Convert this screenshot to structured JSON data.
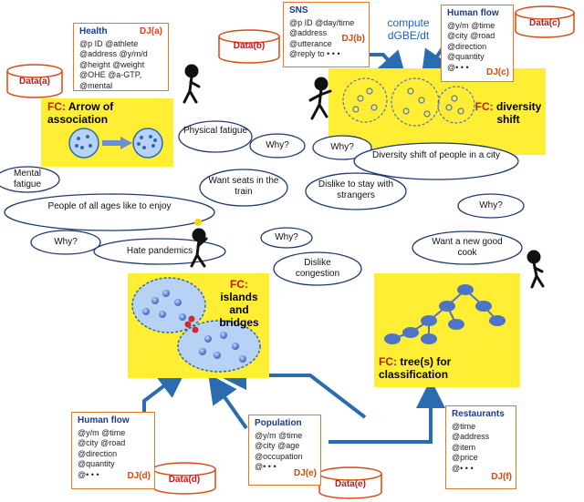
{
  "data_cylinders": [
    "Data(a)",
    "Data(b)",
    "Data(c)",
    "Data(d)",
    "Data(e)"
  ],
  "boxes": {
    "health": {
      "title": "Health",
      "dj": "DJ(a)",
      "lines": [
        "@p ID @athlete",
        "@address @y/m/d",
        "@height @weight",
        "@OHE @a-GTP,",
        "@mental"
      ]
    },
    "sns": {
      "title": "SNS",
      "dj": "DJ(b)",
      "lines": [
        "@p ID @day/time",
        "@address",
        "@utterance",
        "@reply to • • •"
      ]
    },
    "hflow_c": {
      "title": "Human flow",
      "dj": "DJ(c)",
      "lines": [
        "@y/m @time",
        "@city @road",
        "@direction",
        "@quantity",
        "@• • •"
      ]
    },
    "hflow_d": {
      "title": "Human flow",
      "dj": "DJ(d)",
      "lines": [
        "@y/m @time",
        "@city @road",
        "@direction",
        "@quantity",
        "@• • •"
      ]
    },
    "population": {
      "title": "Population",
      "dj": "DJ(e)",
      "lines": [
        "@y/m @time",
        "@city @age",
        "@occupation",
        "@• • •"
      ]
    },
    "restaurants": {
      "title": "Restaurants",
      "dj": "DJ(f)",
      "lines": [
        "@time",
        "@address",
        "@item",
        "@price",
        "@• • •"
      ]
    }
  },
  "compute": [
    "compute",
    "dGBE/dt"
  ],
  "fc": {
    "arrow": {
      "prefix": "FC:",
      "label": "Arrow of association"
    },
    "diversity": {
      "prefix": "FC:",
      "label": "diversity shift"
    },
    "islands": {
      "prefix": "FC:",
      "label": "islands and bridges"
    },
    "tree": {
      "prefix": "FC:",
      "label": "tree(s) for classification"
    }
  },
  "bubbles": {
    "physical": "Physical fatigue",
    "why1": "Why?",
    "why2": "Why?",
    "diversity_shift": "Diversity shift of people in a city",
    "mental": "Mental fatigue",
    "seats": "Want seats in the train",
    "strangers": "Dislike to stay with strangers",
    "all_ages": "People of all ages like to enjoy",
    "why3": "Why?",
    "why4": "Why?",
    "pandemics": "Hate pandemics",
    "why5": "Why?",
    "congestion": "Dislike congestion",
    "cook": "Want a new good cook"
  },
  "colors": {
    "box_border": "#e07a2a",
    "fc_fill": "#ffee33",
    "arrow": "#2b6cb0",
    "node": "#6b8fd6",
    "red_node": "#d62828",
    "cyl_text": "#c0191f"
  }
}
